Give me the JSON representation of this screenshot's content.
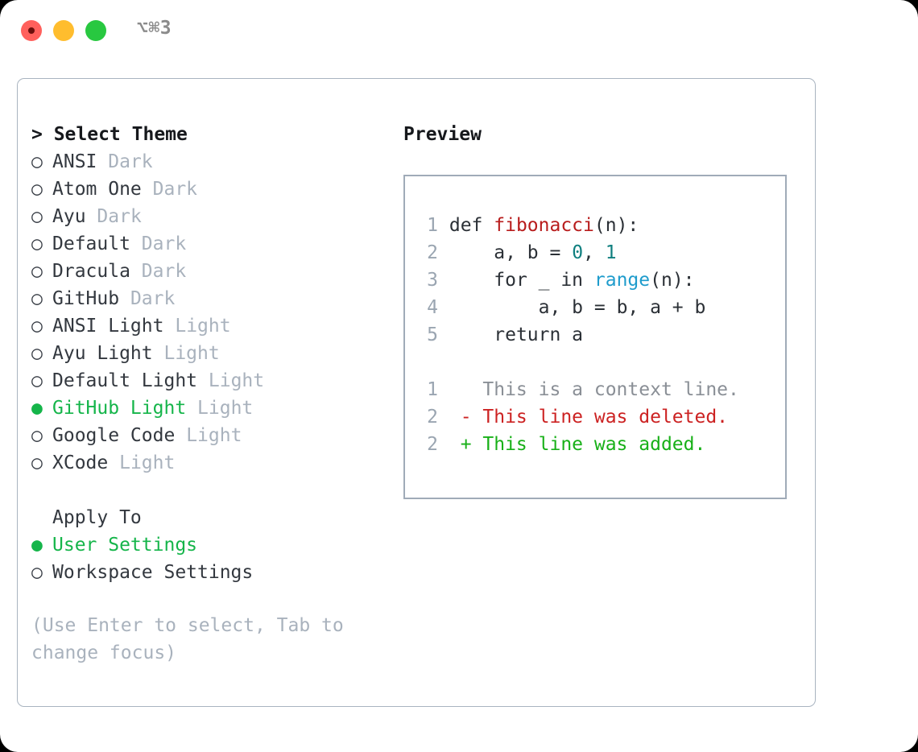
{
  "titlebar": {
    "shortcut": "⌥⌘3",
    "lights": [
      {
        "name": "close",
        "color": "#ff605c"
      },
      {
        "name": "minimize",
        "color": "#ffbd2e"
      },
      {
        "name": "maximize",
        "color": "#28c840"
      }
    ]
  },
  "theme_picker": {
    "header": "> Select Theme",
    "bullet_selected": "●",
    "bullet_unselected": "○",
    "items": [
      {
        "name": "ANSI",
        "tag": "Dark",
        "selected": false
      },
      {
        "name": "Atom One",
        "tag": "Dark",
        "selected": false
      },
      {
        "name": "Ayu",
        "tag": "Dark",
        "selected": false
      },
      {
        "name": "Default",
        "tag": "Dark",
        "selected": false
      },
      {
        "name": "Dracula",
        "tag": "Dark",
        "selected": false
      },
      {
        "name": "GitHub",
        "tag": "Dark",
        "selected": false
      },
      {
        "name": "ANSI Light",
        "tag": "Light",
        "selected": false
      },
      {
        "name": "Ayu Light",
        "tag": "Light",
        "selected": false
      },
      {
        "name": "Default Light",
        "tag": "Light",
        "selected": false
      },
      {
        "name": "GitHub Light",
        "tag": "Light",
        "selected": true
      },
      {
        "name": "Google Code",
        "tag": "Light",
        "selected": false
      },
      {
        "name": "XCode",
        "tag": "Light",
        "selected": false
      }
    ]
  },
  "apply_to": {
    "title": "Apply To",
    "options": [
      {
        "label": "User Settings",
        "selected": true
      },
      {
        "label": "Workspace Settings",
        "selected": false
      }
    ]
  },
  "hint": "(Use Enter to select, Tab to change focus)",
  "preview": {
    "title": "Preview",
    "code_lines": [
      {
        "num": "1",
        "tokens": [
          {
            "text": "def ",
            "style": "plain"
          },
          {
            "text": "fibonacci",
            "style": "fn"
          },
          {
            "text": "(n):",
            "style": "plain"
          }
        ]
      },
      {
        "num": "2",
        "tokens": [
          {
            "text": "    a, b = ",
            "style": "plain"
          },
          {
            "text": "0",
            "style": "num"
          },
          {
            "text": ", ",
            "style": "plain"
          },
          {
            "text": "1",
            "style": "num"
          }
        ]
      },
      {
        "num": "3",
        "tokens": [
          {
            "text": "    for _ in ",
            "style": "plain"
          },
          {
            "text": "range",
            "style": "call"
          },
          {
            "text": "(n):",
            "style": "plain"
          }
        ]
      },
      {
        "num": "4",
        "tokens": [
          {
            "text": "        a, b = b, a + b",
            "style": "plain"
          }
        ]
      },
      {
        "num": "5",
        "tokens": [
          {
            "text": "    return a",
            "style": "plain"
          }
        ]
      }
    ],
    "diff_lines": [
      {
        "num": "1",
        "marker": " ",
        "text": "This is a context line.",
        "style": "ctx"
      },
      {
        "num": "2",
        "marker": "-",
        "text": "This line was deleted.",
        "style": "del"
      },
      {
        "num": "2",
        "marker": "+",
        "text": "This line was added.",
        "style": "add"
      }
    ]
  },
  "colors": {
    "accent_green": "#15b54a",
    "muted": "#a9b2bd",
    "border": "#a9b4c0",
    "diff_added": "#18b018",
    "diff_deleted": "#cc2222",
    "syntax_function": "#b81c1c",
    "syntax_number": "#0f7f7f",
    "syntax_call": "#1f9ccc"
  }
}
